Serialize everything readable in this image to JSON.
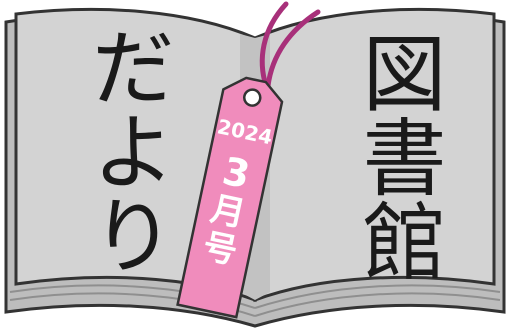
{
  "title_left": "だより",
  "title_right": "図書館",
  "tag": {
    "year": "2024",
    "month": "3",
    "month_suffix": "月号"
  },
  "colors": {
    "page": "#cfcfcf",
    "page_edge": "#9a9a9a",
    "book_outline": "#333333",
    "tag_pink": "#f08cbc",
    "string": "#a8307a",
    "text": "#1a1a1a"
  },
  "icons": {
    "book": "open-book-icon",
    "tag": "bookmark-tag-icon"
  }
}
